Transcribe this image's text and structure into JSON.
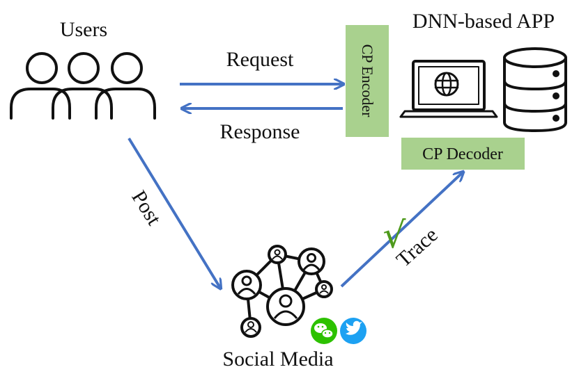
{
  "nodes": {
    "users": "Users",
    "app": "DNN-based APP",
    "social_media": "Social Media"
  },
  "modules": {
    "encoder": "CP Encoder",
    "decoder": "CP Decoder"
  },
  "edges": {
    "request": "Request",
    "response": "Response",
    "post": "Post",
    "trace": "Trace"
  },
  "marks": {
    "check": "√"
  },
  "icons": [
    "users-icon",
    "laptop-globe-icon",
    "database-icon",
    "social-network-icon",
    "wechat-icon",
    "twitter-icon"
  ],
  "colors": {
    "arrow": "#4472c4",
    "module_fill": "#a9d18e",
    "check": "#4e9a1c",
    "wechat": "#2dc100",
    "twitter": "#1da1f2"
  }
}
